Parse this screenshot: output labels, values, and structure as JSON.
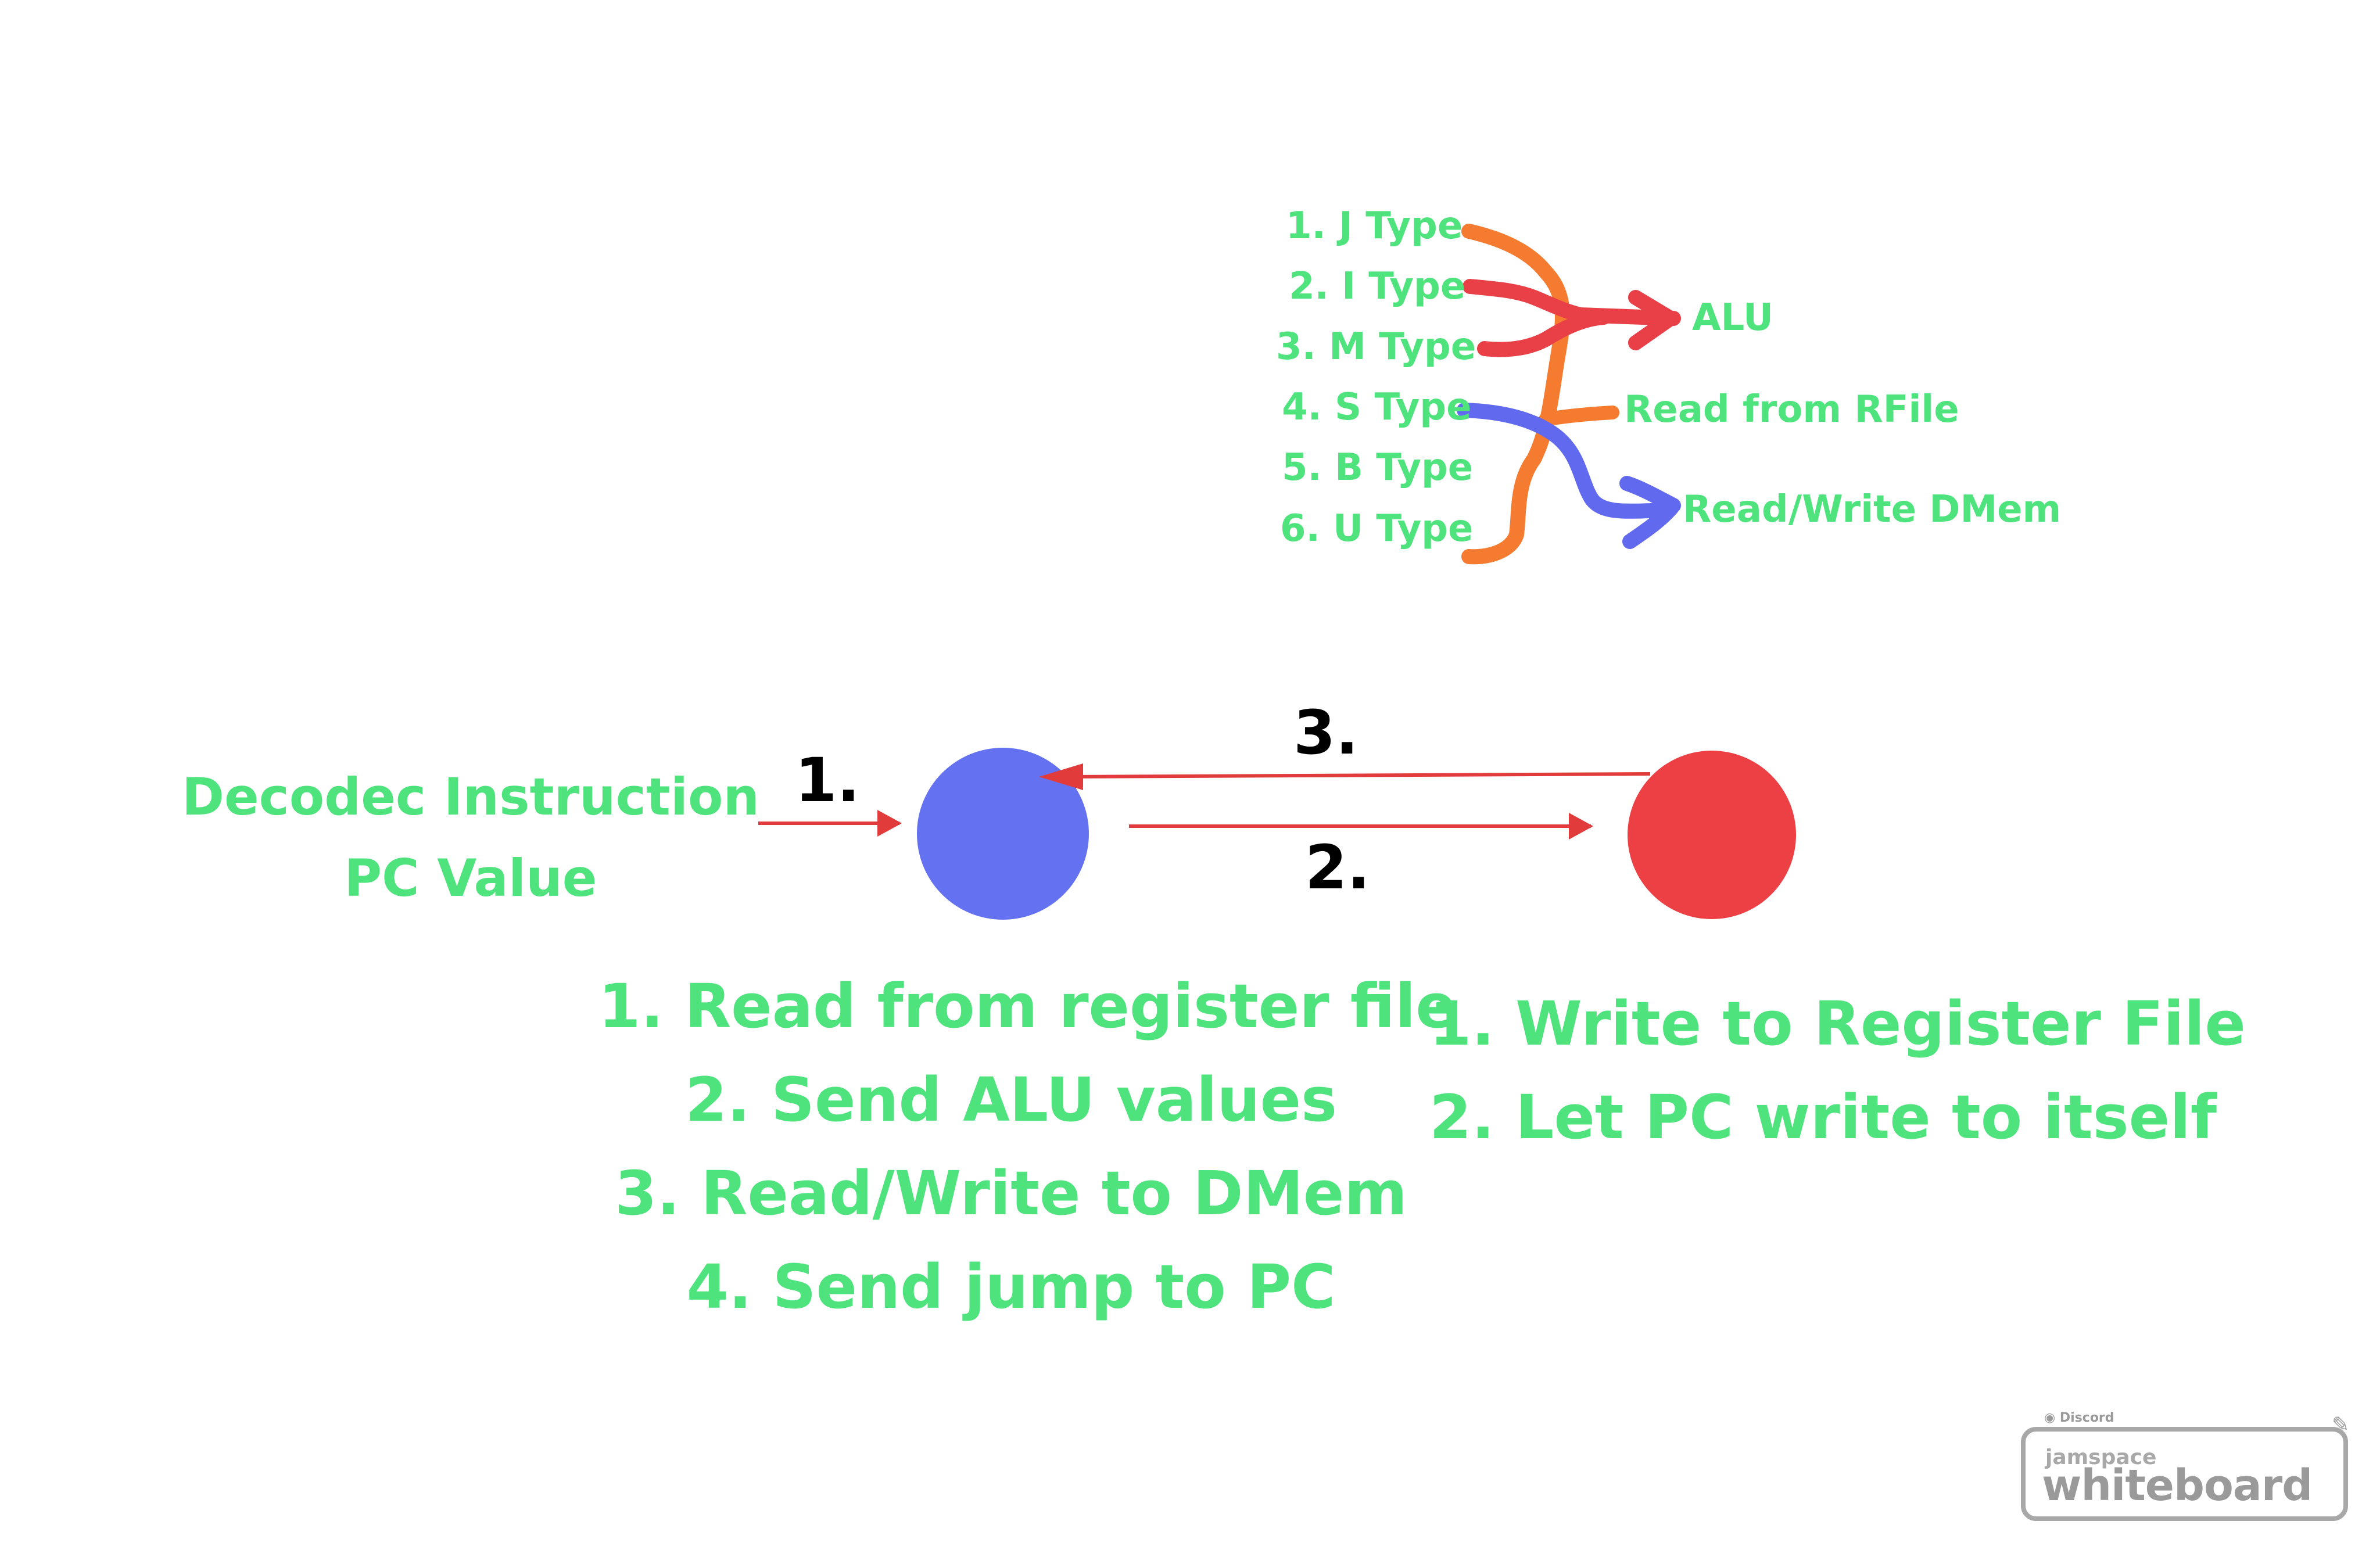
{
  "colors": {
    "text": "#4ee37d",
    "blue_node": "#6472f2",
    "red_node": "#ec4044",
    "arrow": "#e23b3b",
    "orange_stroke": "#f47b30",
    "red_stroke": "#e94048",
    "blue_stroke": "#6169ee",
    "step_text": "#000000"
  },
  "instruction_types": [
    "1. J Type",
    "2. I Type",
    "3. M Type",
    "4. S Type",
    "5. B Type",
    "6. U Type"
  ],
  "outputs": {
    "alu": "ALU",
    "rfile": "Read from RFile",
    "dmem": "Read/Write DMem"
  },
  "input": {
    "line1": "Decodec Instruction",
    "line2": "PC Value"
  },
  "steps": {
    "s1": "1.",
    "s2": "2.",
    "s3": "3."
  },
  "blue_tasks": [
    "1. Read from register file",
    "2. Send ALU values",
    "3. Read/Write to DMem",
    "4. Send jump to PC"
  ],
  "red_tasks": [
    "1. Write to Register File",
    "2. Let PC write to itself"
  ],
  "logo": {
    "top": "Discord",
    "line1": "jamspace",
    "line2": "whiteboard"
  }
}
